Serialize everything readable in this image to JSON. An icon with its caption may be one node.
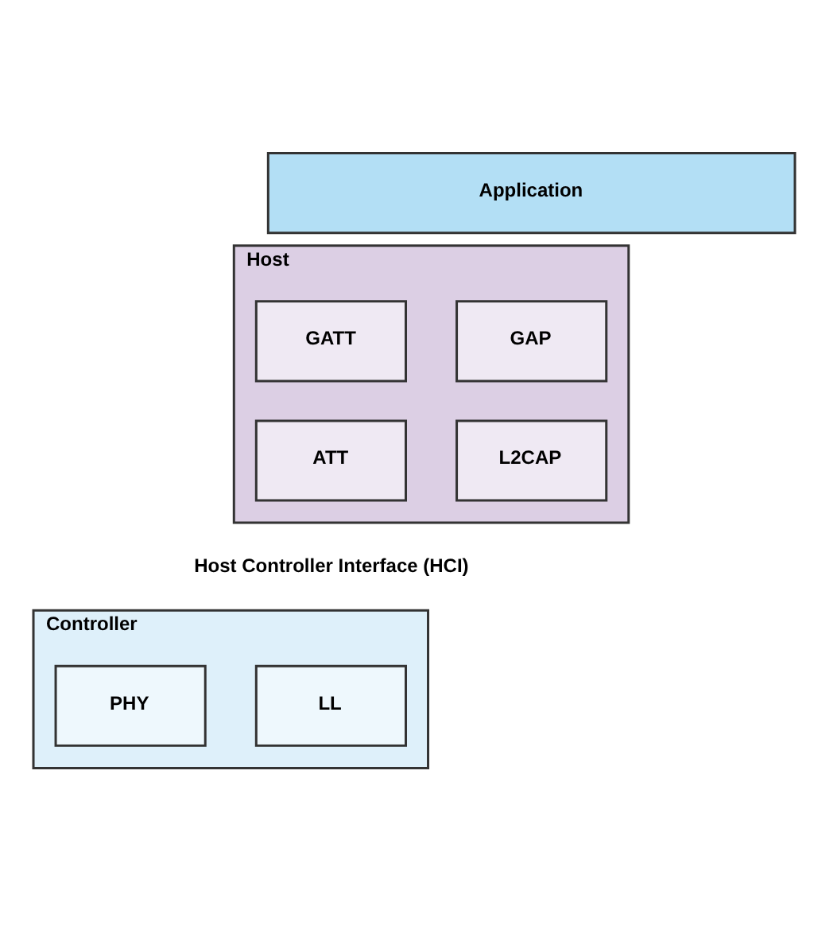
{
  "diagram": {
    "nodes": [
      {
        "text": [
          "Application"
        ]
      },
      {
        "text": [
          "Host"
        ]
      },
      {
        "text": [
          "GAP"
        ],
        "in": 1
      },
      {
        "text": [
          "GATT"
        ],
        "in": 1
      },
      {
        "text": [
          "L2CAP"
        ],
        "in": 1
      },
      {
        "text": [
          "ATT"
        ],
        "in": 1
      },
      {
        "text": [
          "Controller"
        ]
      },
      {
        "text": [
          "LL"
        ],
        "in": 6
      },
      {
        "text": [
          "PHY"
        ],
        "in": 6
      }
    ],
    "edges": [],
    "labels": [
      "Host Controller Interface (HCI)"
    ]
  }
}
